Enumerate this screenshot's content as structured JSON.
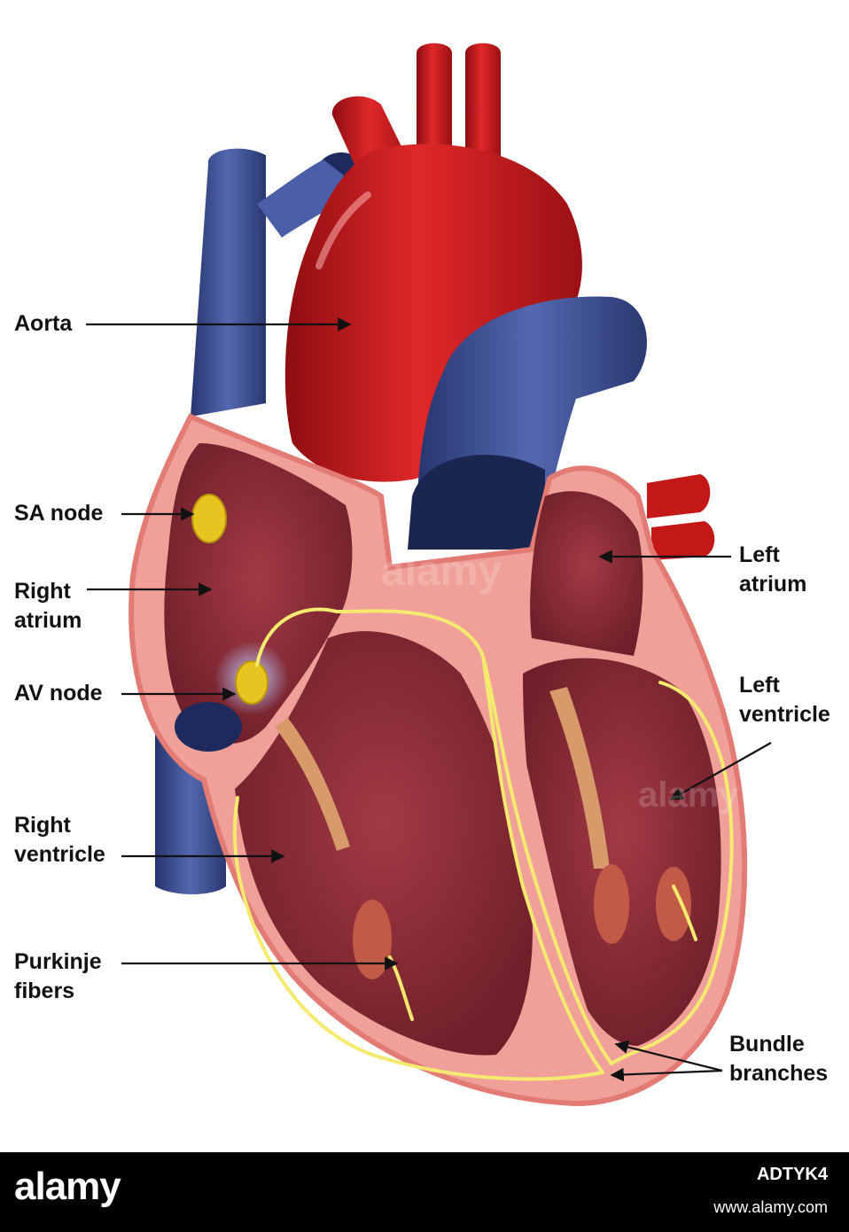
{
  "labels": {
    "aorta": "Aorta",
    "sa_node": "SA node",
    "right_atrium": [
      "Right",
      "atrium"
    ],
    "av_node": "AV node",
    "right_ventricle": [
      "Right",
      "ventricle"
    ],
    "purkinje_fibers": [
      "Purkinje",
      "fibers"
    ],
    "left_atrium": [
      "Left",
      "atrium"
    ],
    "left_ventricle": [
      "Left",
      "ventricle"
    ],
    "bundle_branches": [
      "Bundle",
      "branches"
    ]
  },
  "watermark": "alamy",
  "footer": {
    "logo": "alamy",
    "image_id": "ADTYK4",
    "url": "www.alamy.com"
  },
  "colors": {
    "artery_red": "#cc1a1a",
    "vein_blue": "#3a4f9a",
    "myocardium_pink": "#f0a098",
    "chamber_maroon": "#8a2a35",
    "conduction_yellow": "#f4ea70",
    "node_yellow": "#e8c420"
  }
}
